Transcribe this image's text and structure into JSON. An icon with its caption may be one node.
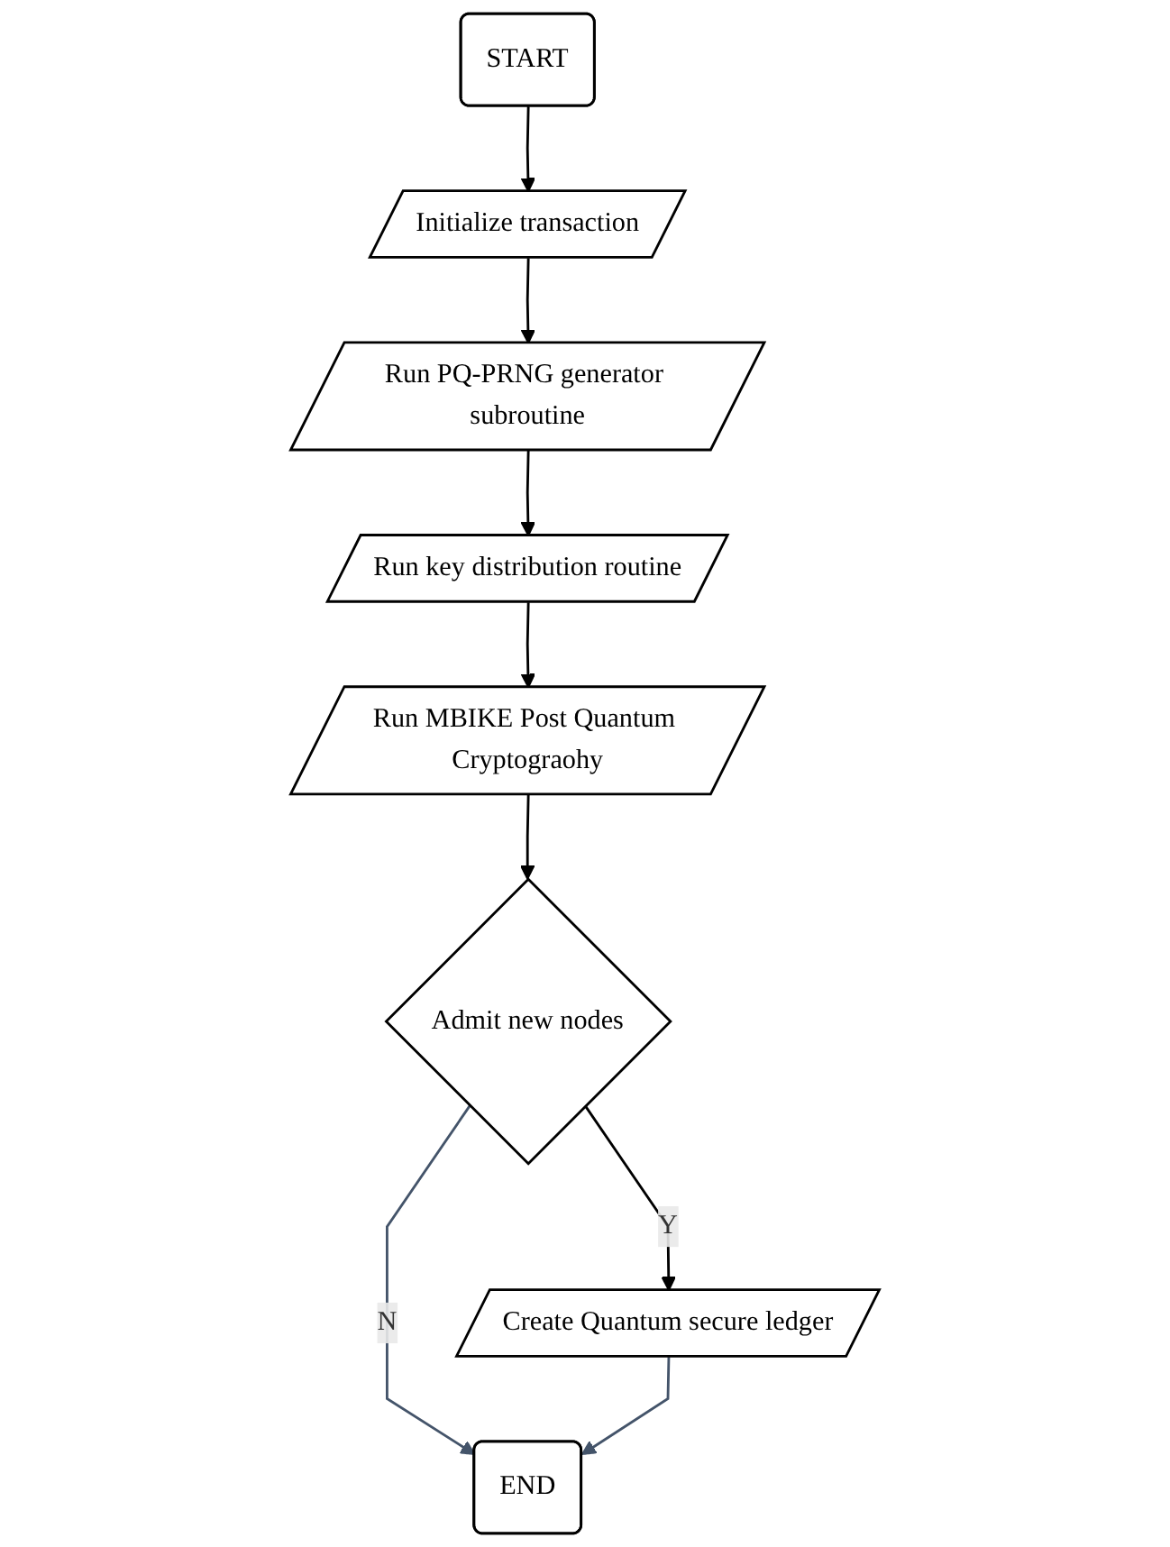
{
  "diagram": {
    "nodes": [
      {
        "text": [
          "START"
        ]
      },
      {
        "text": [
          "Initialize transaction"
        ]
      },
      {
        "text": [
          "Run PQ-PRNG generator subroutine"
        ]
      },
      {
        "text": [
          "Run key distribution routine"
        ]
      },
      {
        "text": [
          "Run MBIKE Post Quantum Cryptograohy"
        ]
      },
      {
        "text": [
          "Admit new nodes"
        ]
      },
      {
        "text": [
          "Create Quantum secure ledger"
        ]
      },
      {
        "text": [
          "END"
        ]
      }
    ],
    "edges": [
      {
        "from": 0,
        "to": 1,
        "arrow": "to"
      },
      {
        "from": 1,
        "to": 2,
        "arrow": "to"
      },
      {
        "from": 2,
        "to": 3,
        "arrow": "to"
      },
      {
        "from": 3,
        "to": 4,
        "arrow": "to"
      },
      {
        "from": 4,
        "to": 5,
        "arrow": "to"
      },
      {
        "from": 5,
        "to": 6,
        "arrow": "to",
        "label": "Y"
      },
      {
        "from": 5,
        "to": 7,
        "arrow": "to",
        "label": "N",
        "color": "#44546a"
      },
      {
        "from": 6,
        "to": 7,
        "arrow": "to",
        "color": "#44546a"
      }
    ]
  }
}
